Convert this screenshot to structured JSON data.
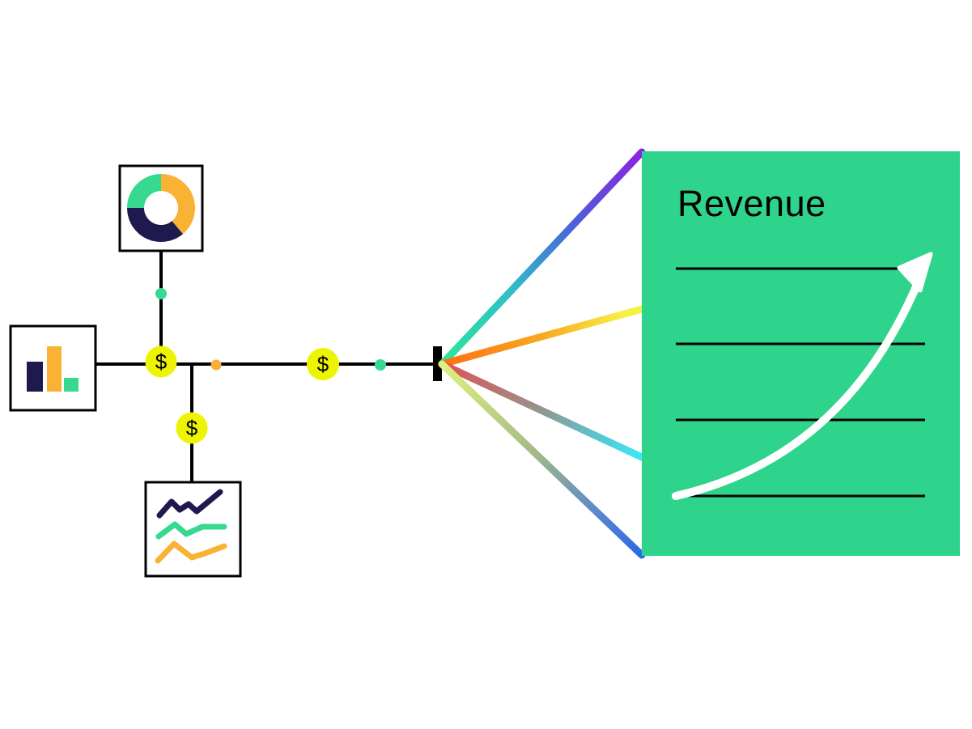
{
  "panel": {
    "title": "Revenue",
    "bg": "#2fd48c",
    "rule_color": "#000000",
    "rule_count": 4,
    "arrow_color": "#ffffff"
  },
  "currency_symbol": "$",
  "colors": {
    "background": "#ffffff",
    "outline": "#000000",
    "navy": "#1e1a4d",
    "amber": "#f9b233",
    "green": "#36d98f",
    "badge_yellow": "#ecf402",
    "dot_orange": "#f9ae3a",
    "box_fill": "#ffffff"
  },
  "icons": {
    "bar_chart": "bar-chart-icon",
    "donut_chart": "donut-chart-icon",
    "line_chart": "line-chart-icon",
    "dollar_badge": "dollar-badge-icon",
    "prism": "prism-bar-icon",
    "growth_arrow": "growth-arrow-icon"
  },
  "rays": [
    {
      "name": "spectrum-ray-violet",
      "stops": [
        "#2be79a",
        "#31bec8",
        "#4b62da",
        "#8b22e1"
      ]
    },
    {
      "name": "spectrum-ray-yellow",
      "stops": [
        "#fd7011",
        "#f9a81f",
        "#f6ef46",
        "#f6ef46"
      ]
    },
    {
      "name": "spectrum-ray-cyan",
      "stops": [
        "#e05253",
        "#9d8e86",
        "#55c9d4",
        "#3fe7f7"
      ]
    },
    {
      "name": "spectrum-ray-blue",
      "stops": [
        "#dff07c",
        "#a6bc86",
        "#5584cf",
        "#2d68e6"
      ]
    }
  ]
}
